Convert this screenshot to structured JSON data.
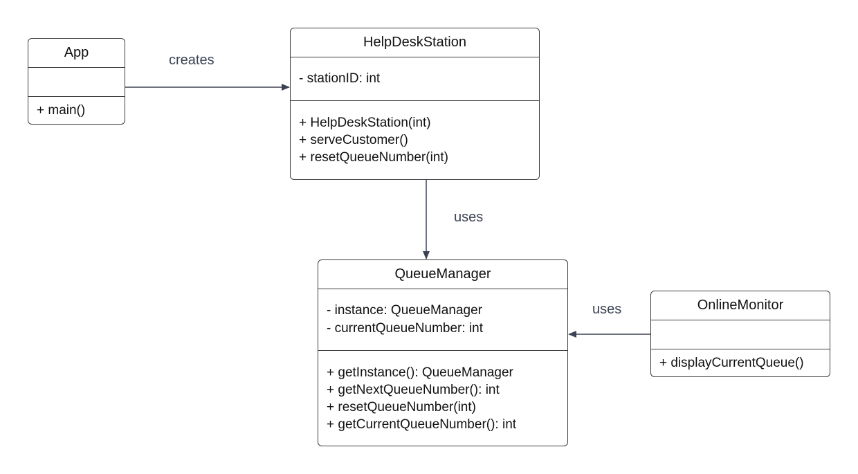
{
  "classes": {
    "app": {
      "name": "App",
      "attributes": [],
      "operations": [
        "+ main()"
      ]
    },
    "helpdesk": {
      "name": "HelpDeskStation",
      "attributes": [
        "- stationID: int"
      ],
      "operations": [
        "+ HelpDeskStation(int)",
        "+ serveCustomer()",
        "+ resetQueueNumber(int)"
      ]
    },
    "queue": {
      "name": "QueueManager",
      "attributes": [
        "- instance: QueueManager",
        "- currentQueueNumber: int"
      ],
      "operations": [
        "+ getInstance(): QueueManager",
        "+ getNextQueueNumber(): int",
        "+ resetQueueNumber(int)",
        "+ getCurrentQueueNumber(): int"
      ]
    },
    "monitor": {
      "name": "OnlineMonitor",
      "attributes": [],
      "operations": [
        "+ displayCurrentQueue()"
      ]
    }
  },
  "relations": [
    {
      "from": "App",
      "to": "HelpDeskStation",
      "label": "creates"
    },
    {
      "from": "HelpDeskStation",
      "to": "QueueManager",
      "label": "uses"
    },
    {
      "from": "OnlineMonitor",
      "to": "QueueManager",
      "label": "uses"
    }
  ],
  "colors": {
    "border": "#3b3b3b",
    "arrow": "#3b4252",
    "label": "#3b4252"
  }
}
